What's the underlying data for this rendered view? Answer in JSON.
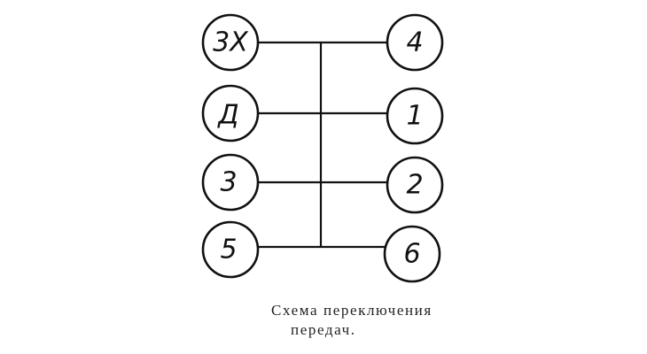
{
  "diagram": {
    "left_nodes": [
      "3X",
      "Д",
      "3",
      "5"
    ],
    "right_nodes": [
      "4",
      "1",
      "2",
      "6"
    ]
  },
  "caption": {
    "line1": "Схема переключения",
    "line2": "передач."
  }
}
